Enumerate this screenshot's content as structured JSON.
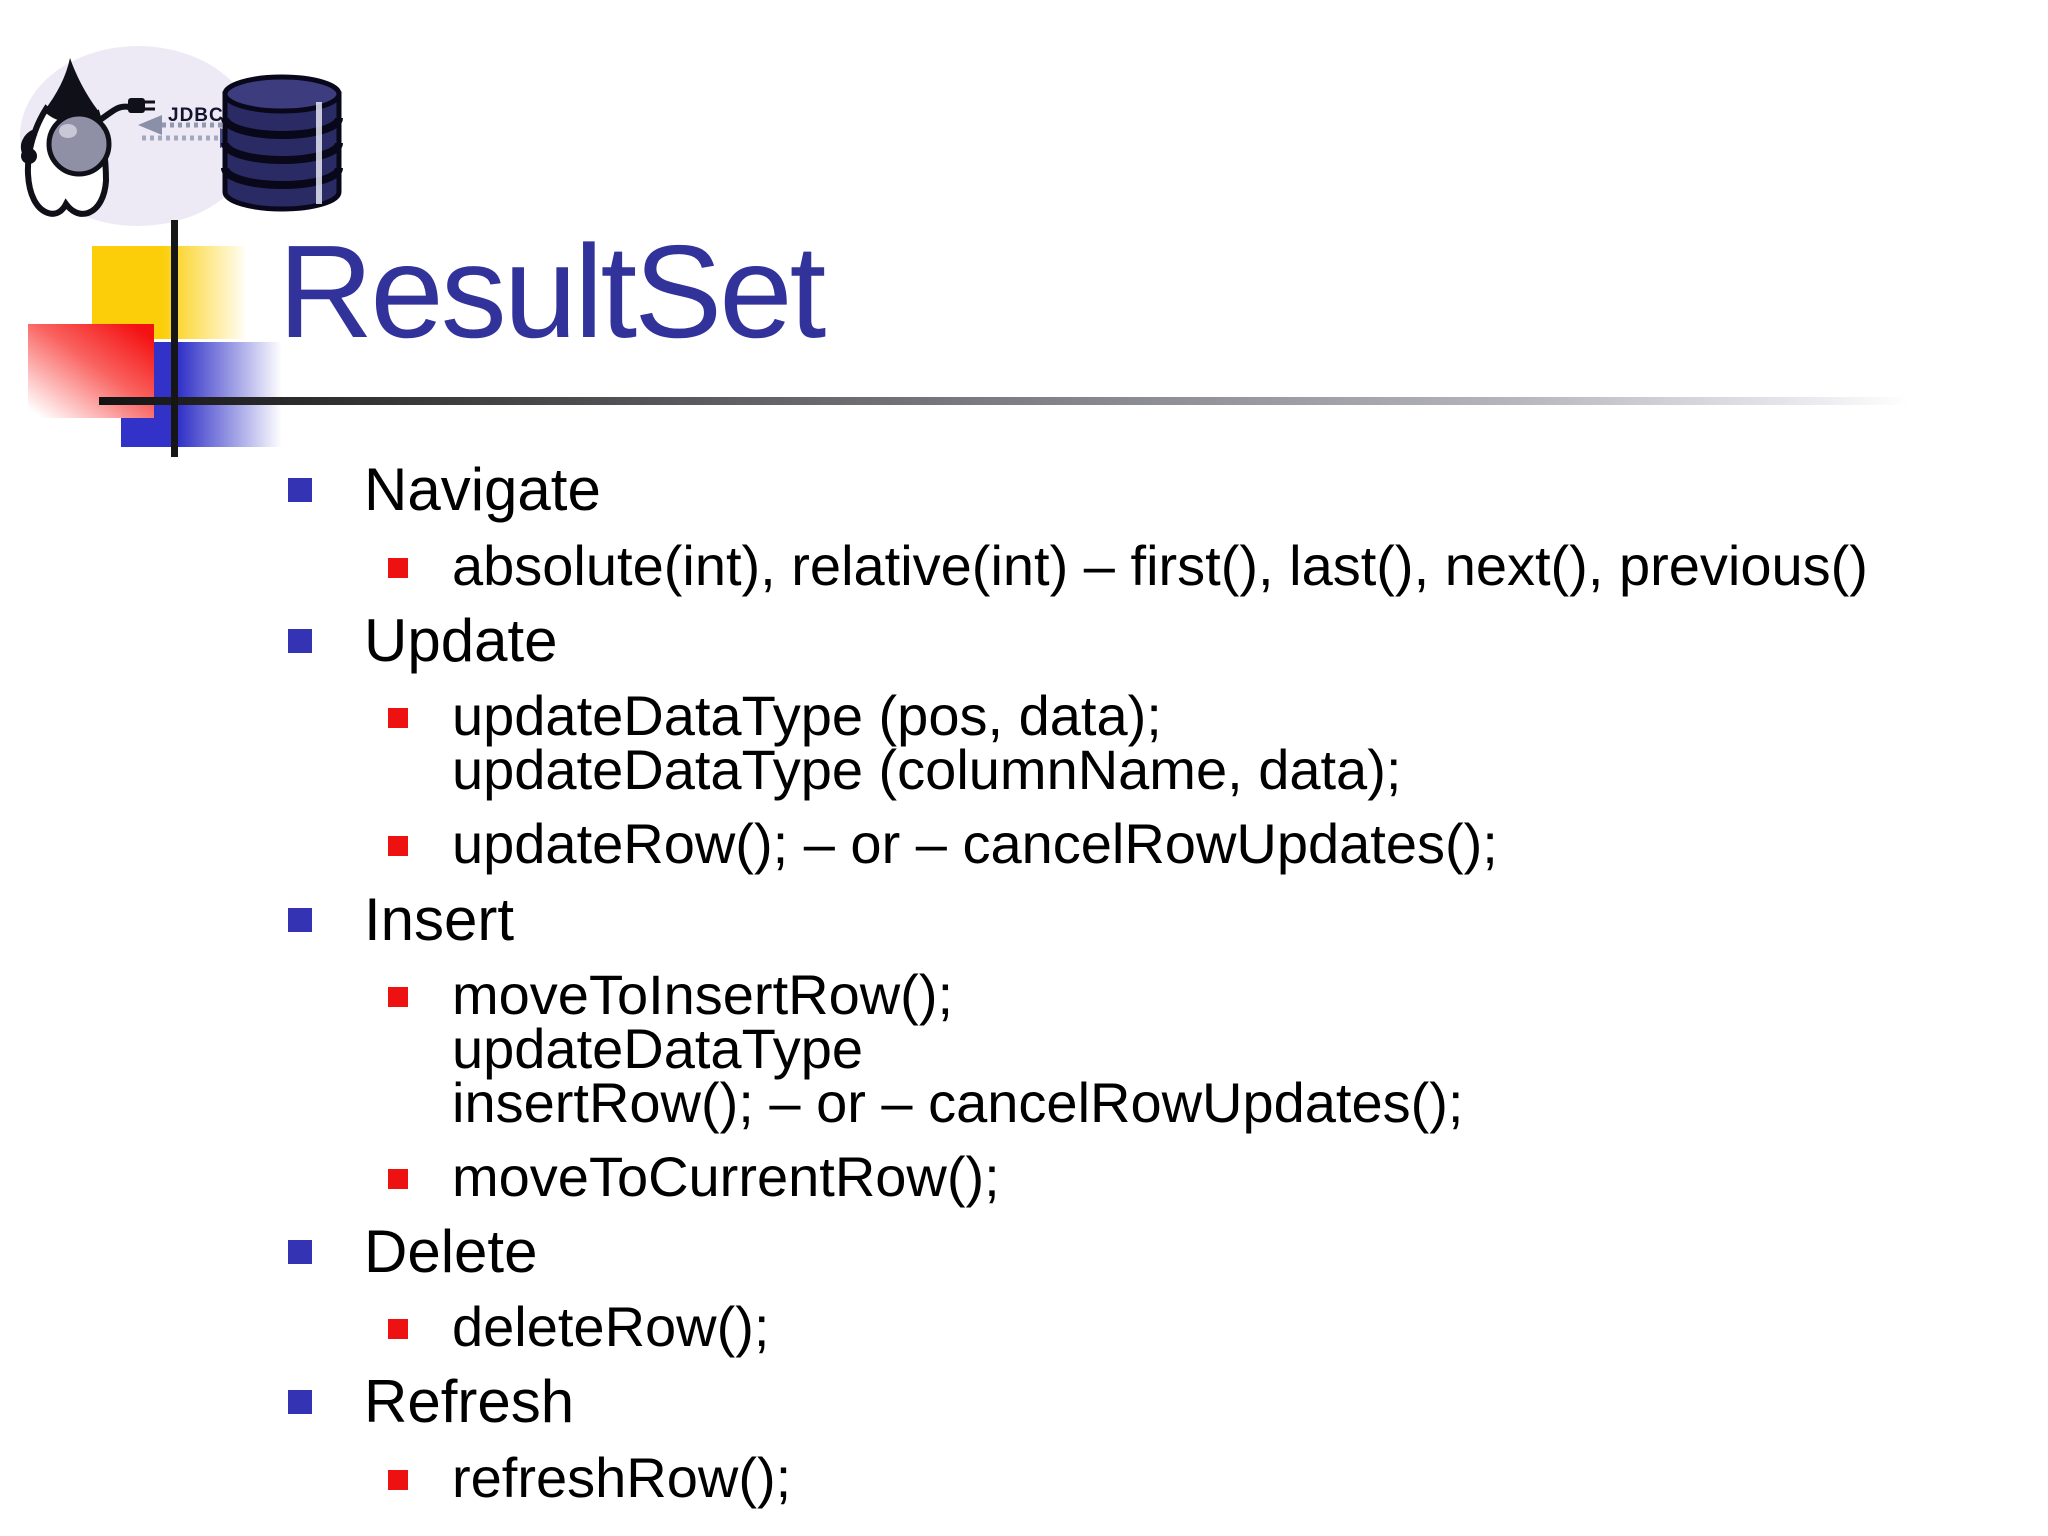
{
  "slide": {
    "title": "ResultSet"
  },
  "logo": {
    "jdbc_label": "JDBC",
    "duke_icon": "java-duke-mascot",
    "database_icon": "database-cylinder",
    "arrows_icon": "jdbc-connection-arrows"
  },
  "colors": {
    "title": "#32329B",
    "bullet-level1": "#3333B3",
    "bullet-level2": "#EE1111",
    "square-yellow": "#FBCE09",
    "square-red": "#F41112",
    "square-blue": "#3232C8",
    "db-navy": "#2A2A64",
    "ellipse-lavender": "#EDEAF6"
  },
  "list": {
    "items": [
      {
        "level": 1,
        "lines": [
          "Navigate"
        ]
      },
      {
        "level": 2,
        "lines": [
          "absolute(int), relative(int) – first(), last(), next(), previous()"
        ]
      },
      {
        "level": 1,
        "lines": [
          "Update"
        ]
      },
      {
        "level": 2,
        "lines": [
          "updateDataType (pos, data);",
          "updateDataType (columnName, data);"
        ]
      },
      {
        "level": 2,
        "lines": [
          "updateRow(); – or – cancelRowUpdates();"
        ]
      },
      {
        "level": 1,
        "lines": [
          "Insert"
        ]
      },
      {
        "level": 2,
        "lines": [
          "moveToInsertRow();",
          "updateDataType",
          "insertRow(); – or – cancelRowUpdates();"
        ]
      },
      {
        "level": 2,
        "lines": [
          "moveToCurrentRow();"
        ]
      },
      {
        "level": 1,
        "lines": [
          "Delete"
        ]
      },
      {
        "level": 2,
        "lines": [
          "deleteRow();"
        ]
      },
      {
        "level": 1,
        "lines": [
          "Refresh"
        ]
      },
      {
        "level": 2,
        "lines": [
          "refreshRow();"
        ]
      }
    ]
  }
}
